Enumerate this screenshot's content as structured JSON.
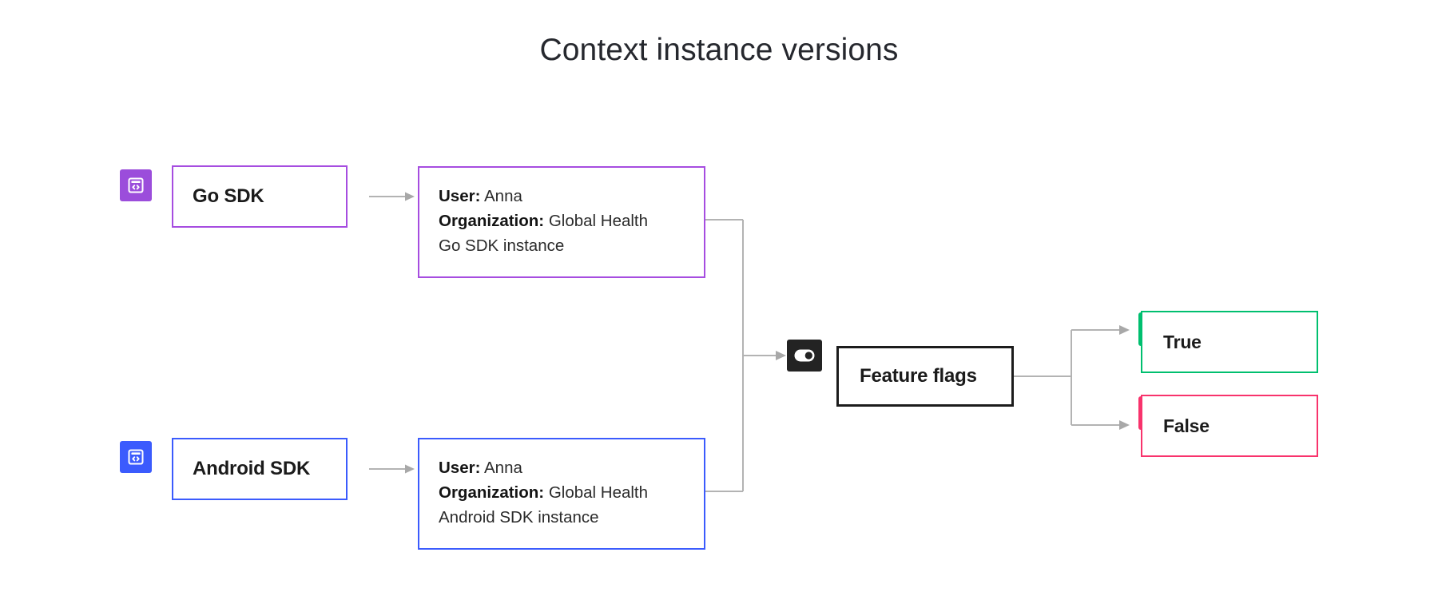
{
  "page": {
    "title": "Context instance versions",
    "background": "#ffffff"
  },
  "colors": {
    "purple": "#a64de0",
    "purple_tile": "#9b4ddb",
    "blue": "#3b5bfd",
    "dark": "#232323",
    "green": "#00bf6f",
    "pink": "#f8336c",
    "connector_gray": "#b3b3b3",
    "text": "#1b1b1b"
  },
  "flow": {
    "sdks": [
      {
        "id": "go-sdk",
        "icon": "code-window-icon",
        "icon_color": "#9b4ddb",
        "border_color": "#a64de0",
        "label": "Go SDK",
        "instance": {
          "user_label": "User:",
          "user_value": "Anna",
          "organization_label": "Organization:",
          "organization_value": "Global Health",
          "instance_line": "Go SDK instance"
        }
      },
      {
        "id": "android-sdk",
        "icon": "code-window-icon",
        "icon_color": "#3b5bfd",
        "border_color": "#3b5bfd",
        "label": "Android SDK",
        "instance": {
          "user_label": "User:",
          "user_value": "Anna",
          "organization_label": "Organization:",
          "organization_value": "Global Health",
          "instance_line": "Android SDK instance"
        }
      }
    ],
    "evaluator": {
      "id": "feature-flags",
      "icon": "toggle-switch-icon",
      "icon_color": "#232323",
      "border_color": "#1c1c1c",
      "label": "Feature flags"
    },
    "outcomes": [
      {
        "id": "true-outcome",
        "icon": "flag-icon",
        "icon_color": "#00bf6f",
        "border_color": "#00bf6f",
        "label": "True"
      },
      {
        "id": "false-outcome",
        "icon": "flag-icon",
        "icon_color": "#f8336c",
        "border_color": "#f8336c",
        "label": "False"
      }
    ]
  }
}
